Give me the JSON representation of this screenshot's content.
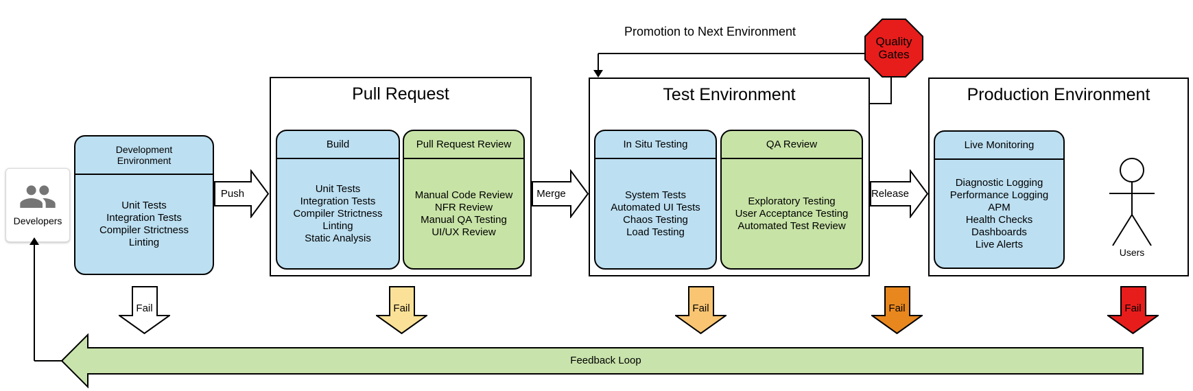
{
  "colors": {
    "blue_fill": "#BCDFF1",
    "green_fill": "#C7E3A6",
    "feedback_fill": "#C8E3AB",
    "white_fill": "#FFFFFF",
    "yellow_fill": "#FAE197",
    "orange_fill": "#F9C572",
    "dark_orange_fill": "#E8871E",
    "red_fill": "#E71D1C",
    "icon_gray": "#757575"
  },
  "promotion": {
    "label": "Promotion to Next Environment"
  },
  "quality_gates": {
    "label": "Quality Gates"
  },
  "developers": {
    "label": "Developers"
  },
  "dev_env": {
    "title": "Development Environment",
    "items": [
      "Unit Tests",
      "Integration Tests",
      "Compiler Strictness",
      "Linting"
    ]
  },
  "push": {
    "label": "Push"
  },
  "pull_request": {
    "title": "Pull Request",
    "build": {
      "title": "Build",
      "items": [
        "Unit Tests",
        "Integration Tests",
        "Compiler Strictness",
        "Linting",
        "Static Analysis"
      ]
    },
    "review": {
      "title": "Pull Request Review",
      "items": [
        "Manual Code Review",
        "NFR Review",
        "Manual QA Testing",
        "UI/UX Review"
      ]
    }
  },
  "merge": {
    "label": "Merge"
  },
  "test_env": {
    "title": "Test Environment",
    "in_situ": {
      "title": "In Situ Testing",
      "items": [
        "System Tests",
        "Automated UI Tests",
        "Chaos Testing",
        "Load Testing"
      ]
    },
    "qa": {
      "title": "QA Review",
      "items": [
        "Exploratory Testing",
        "User Acceptance Testing",
        "Automated Test Review"
      ]
    }
  },
  "release": {
    "label": "Release"
  },
  "prod_env": {
    "title": "Production Environment",
    "monitoring": {
      "title": "Live Monitoring",
      "items": [
        "Diagnostic Logging",
        "Performance Logging",
        "APM",
        "Health Checks",
        "Dashboards",
        "Live Alerts"
      ]
    },
    "users_label": "Users"
  },
  "fail_arrows": [
    {
      "label": "Fail",
      "color": "#FFFFFF"
    },
    {
      "label": "Fail",
      "color": "#FAE197"
    },
    {
      "label": "Fail",
      "color": "#F9C572"
    },
    {
      "label": "Fail",
      "color": "#E8871E"
    },
    {
      "label": "Fail",
      "color": "#E71D1C"
    }
  ],
  "feedback": {
    "label": "Feedback Loop"
  }
}
